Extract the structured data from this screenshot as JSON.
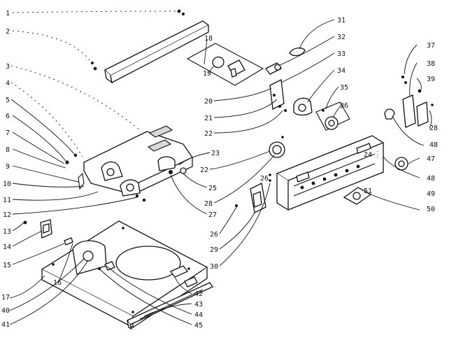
{
  "labels": {
    "l1": "1",
    "l2": "2",
    "l3": "3",
    "l4": "4",
    "l5": "5",
    "l6": "6",
    "l7": "7",
    "l8": "8",
    "l9": "9",
    "l10": "10",
    "l11": "11",
    "l12": "12",
    "l13": "13",
    "l14": "14",
    "l15": "15",
    "l16": "16",
    "l17": "17",
    "l18": "18",
    "l19": "19",
    "l20": "20",
    "l21": "21",
    "l22a": "22",
    "l22b": "22",
    "l23": "23",
    "l24": "24",
    "l25": "25",
    "l26a": "26",
    "l26b": "26",
    "l27": "27",
    "l28a": "28",
    "l28b": "28",
    "l29": "29",
    "l30": "30",
    "l31": "31",
    "l32": "32",
    "l33": "33",
    "l34": "34",
    "l35": "35",
    "l36": "36",
    "l37": "37",
    "l38": "38",
    "l39": "39",
    "l40": "40",
    "l41": "41",
    "l42": "42",
    "l43": "43",
    "l44": "44",
    "l45": "45",
    "l47": "47",
    "l48a": "48",
    "l48b": "48",
    "l49": "49",
    "l50": "50",
    "l51": "51"
  }
}
